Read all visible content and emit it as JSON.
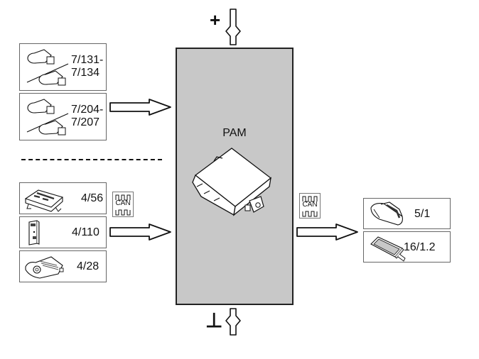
{
  "diagram": {
    "central_module": {
      "label": "PAM"
    },
    "power_supply": {
      "symbol": "+",
      "icon": "plus-icon"
    },
    "ground": {
      "symbol": "⊥",
      "icon": "ground-icon"
    },
    "inputs_sensors": [
      {
        "label": "7/131-\n7/134",
        "icon": "parking-sensor-icon"
      },
      {
        "label": "7/204-\n7/207",
        "icon": "parking-sensor-icon"
      }
    ],
    "inputs_can": [
      {
        "label": "4/56",
        "icon": "control-module-icon"
      },
      {
        "label": "4/110",
        "icon": "switch-module-icon"
      },
      {
        "label": "4/28",
        "icon": "control-unit-icon"
      }
    ],
    "outputs_can": [
      {
        "label": "5/1",
        "icon": "instrument-cluster-icon"
      },
      {
        "label": "16/1.2",
        "icon": "display-icon"
      }
    ],
    "can_badge": {
      "text": "CAN",
      "icon": "can-bus-signal-icon"
    }
  }
}
